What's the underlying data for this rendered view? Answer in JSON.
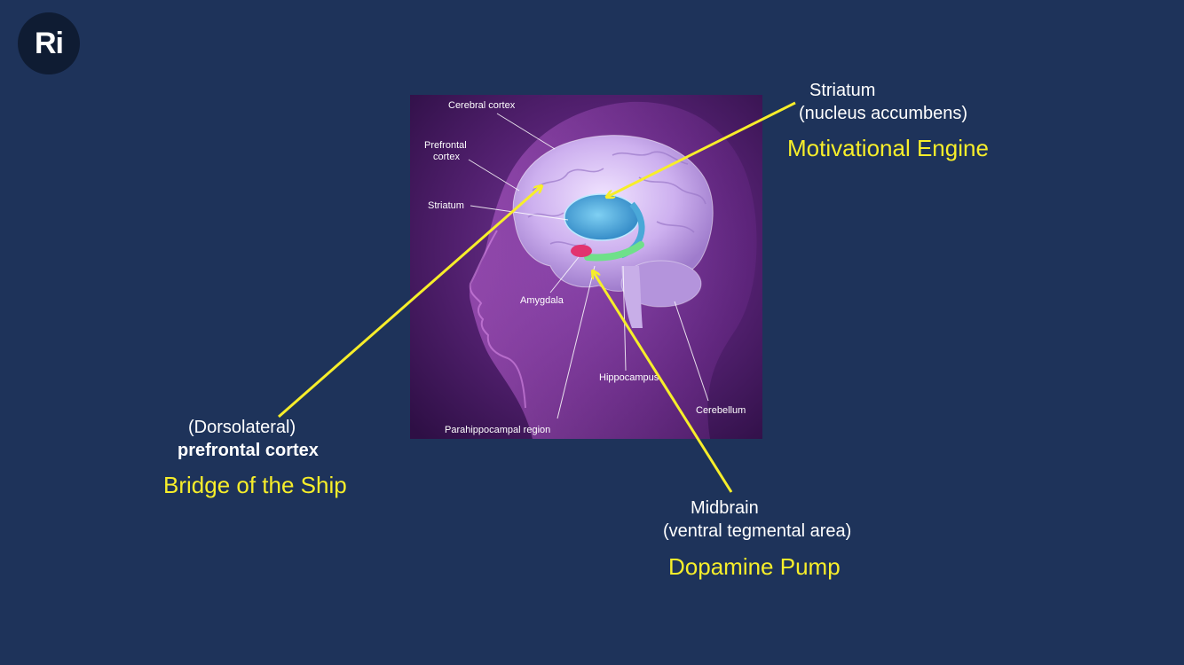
{
  "logo": {
    "text": "Ri"
  },
  "image_labels": {
    "cerebral_cortex": "Cerebral cortex",
    "prefrontal_line1": "Prefrontal",
    "prefrontal_line2": "cortex",
    "striatum": "Striatum",
    "amygdala": "Amygdala",
    "hippocampus": "Hippocampus",
    "cerebellum": "Cerebellum",
    "parahippocampal": "Parahippocampal region"
  },
  "annotations": {
    "striatum": {
      "name": "Striatum",
      "detail": "(nucleus accumbens)",
      "role": "Motivational Engine"
    },
    "pfc": {
      "qualifier": "(Dorsolateral)",
      "name": "prefrontal cortex",
      "role": "Bridge of the Ship"
    },
    "midbrain": {
      "name": "Midbrain",
      "detail": "(ventral tegmental area)",
      "role": "Dopamine Pump"
    }
  },
  "colors": {
    "background": "#1e335a",
    "arrow": "#f7ee2a",
    "role_text": "#f7ee2a",
    "panel": "#4a1f6e"
  }
}
